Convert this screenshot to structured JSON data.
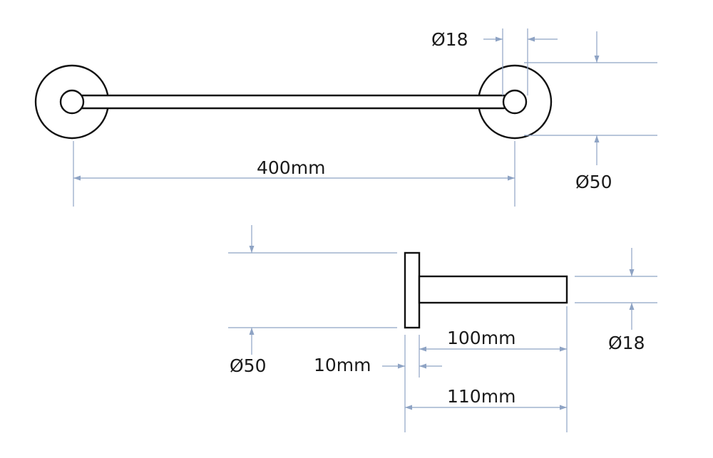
{
  "colors": {
    "outline": "#111111",
    "dimension_lines": "#8ea3c4",
    "text": "#1a1a1a",
    "background": "#ffffff"
  },
  "top_view": {
    "dim_rod_diameter": "Ø18",
    "dim_length": "400mm",
    "dim_rose_diameter": "Ø50"
  },
  "side_view": {
    "dim_rose_diameter": "Ø50",
    "dim_rose_thickness": "10mm",
    "dim_arm_length": "100mm",
    "dim_rod_diameter": "Ø18",
    "dim_total_length": "110mm"
  }
}
